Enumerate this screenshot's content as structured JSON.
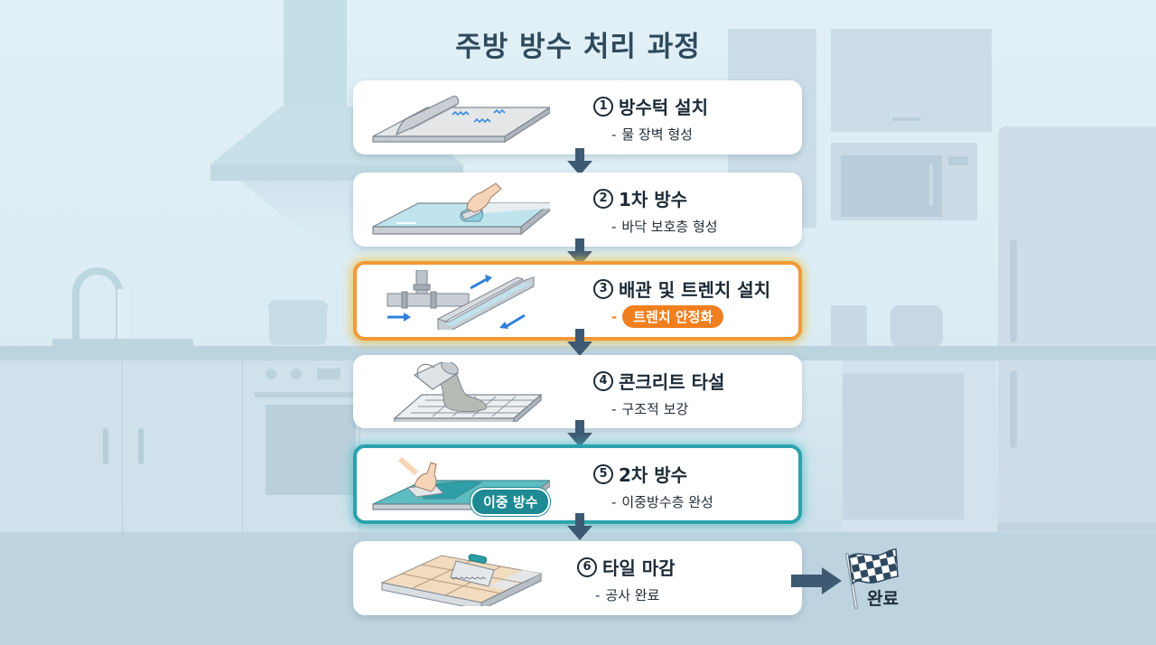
{
  "title": "주방 방수 처리 과정",
  "colors": {
    "arrow": "#3e5a73",
    "highlight_orange": "#f29a3a",
    "highlight_teal": "#2aa3ad",
    "title": "#2f4a5e"
  },
  "steps": [
    {
      "number": "1",
      "title": "방수턱 설치",
      "description": "물 장벽 형성",
      "illustration": "curb-slab-with-water-icon",
      "highlight": null
    },
    {
      "number": "2",
      "title": "1차 방수",
      "description": "바닥 보호층 형성",
      "illustration": "hand-applying-membrane-icon",
      "highlight": null
    },
    {
      "number": "3",
      "title": "배관 및 트렌치 설치",
      "description": "트렌치 안정화",
      "illustration": "pipe-and-trench-icon",
      "highlight": "orange"
    },
    {
      "number": "4",
      "title": "콘크리트 타설",
      "description": "구조적 보강",
      "illustration": "pouring-concrete-icon",
      "highlight": null
    },
    {
      "number": "5",
      "title": "2차 방수",
      "description": "이중방수층 완성",
      "illustration": "hand-applying-second-layer-icon",
      "badge": "이중 방수",
      "highlight": "teal"
    },
    {
      "number": "6",
      "title": "타일 마감",
      "description": "공사 완료",
      "illustration": "tile-and-trowel-icon",
      "highlight": null
    }
  ],
  "finish": {
    "label": "완료",
    "icon": "checkered-flag-icon"
  }
}
